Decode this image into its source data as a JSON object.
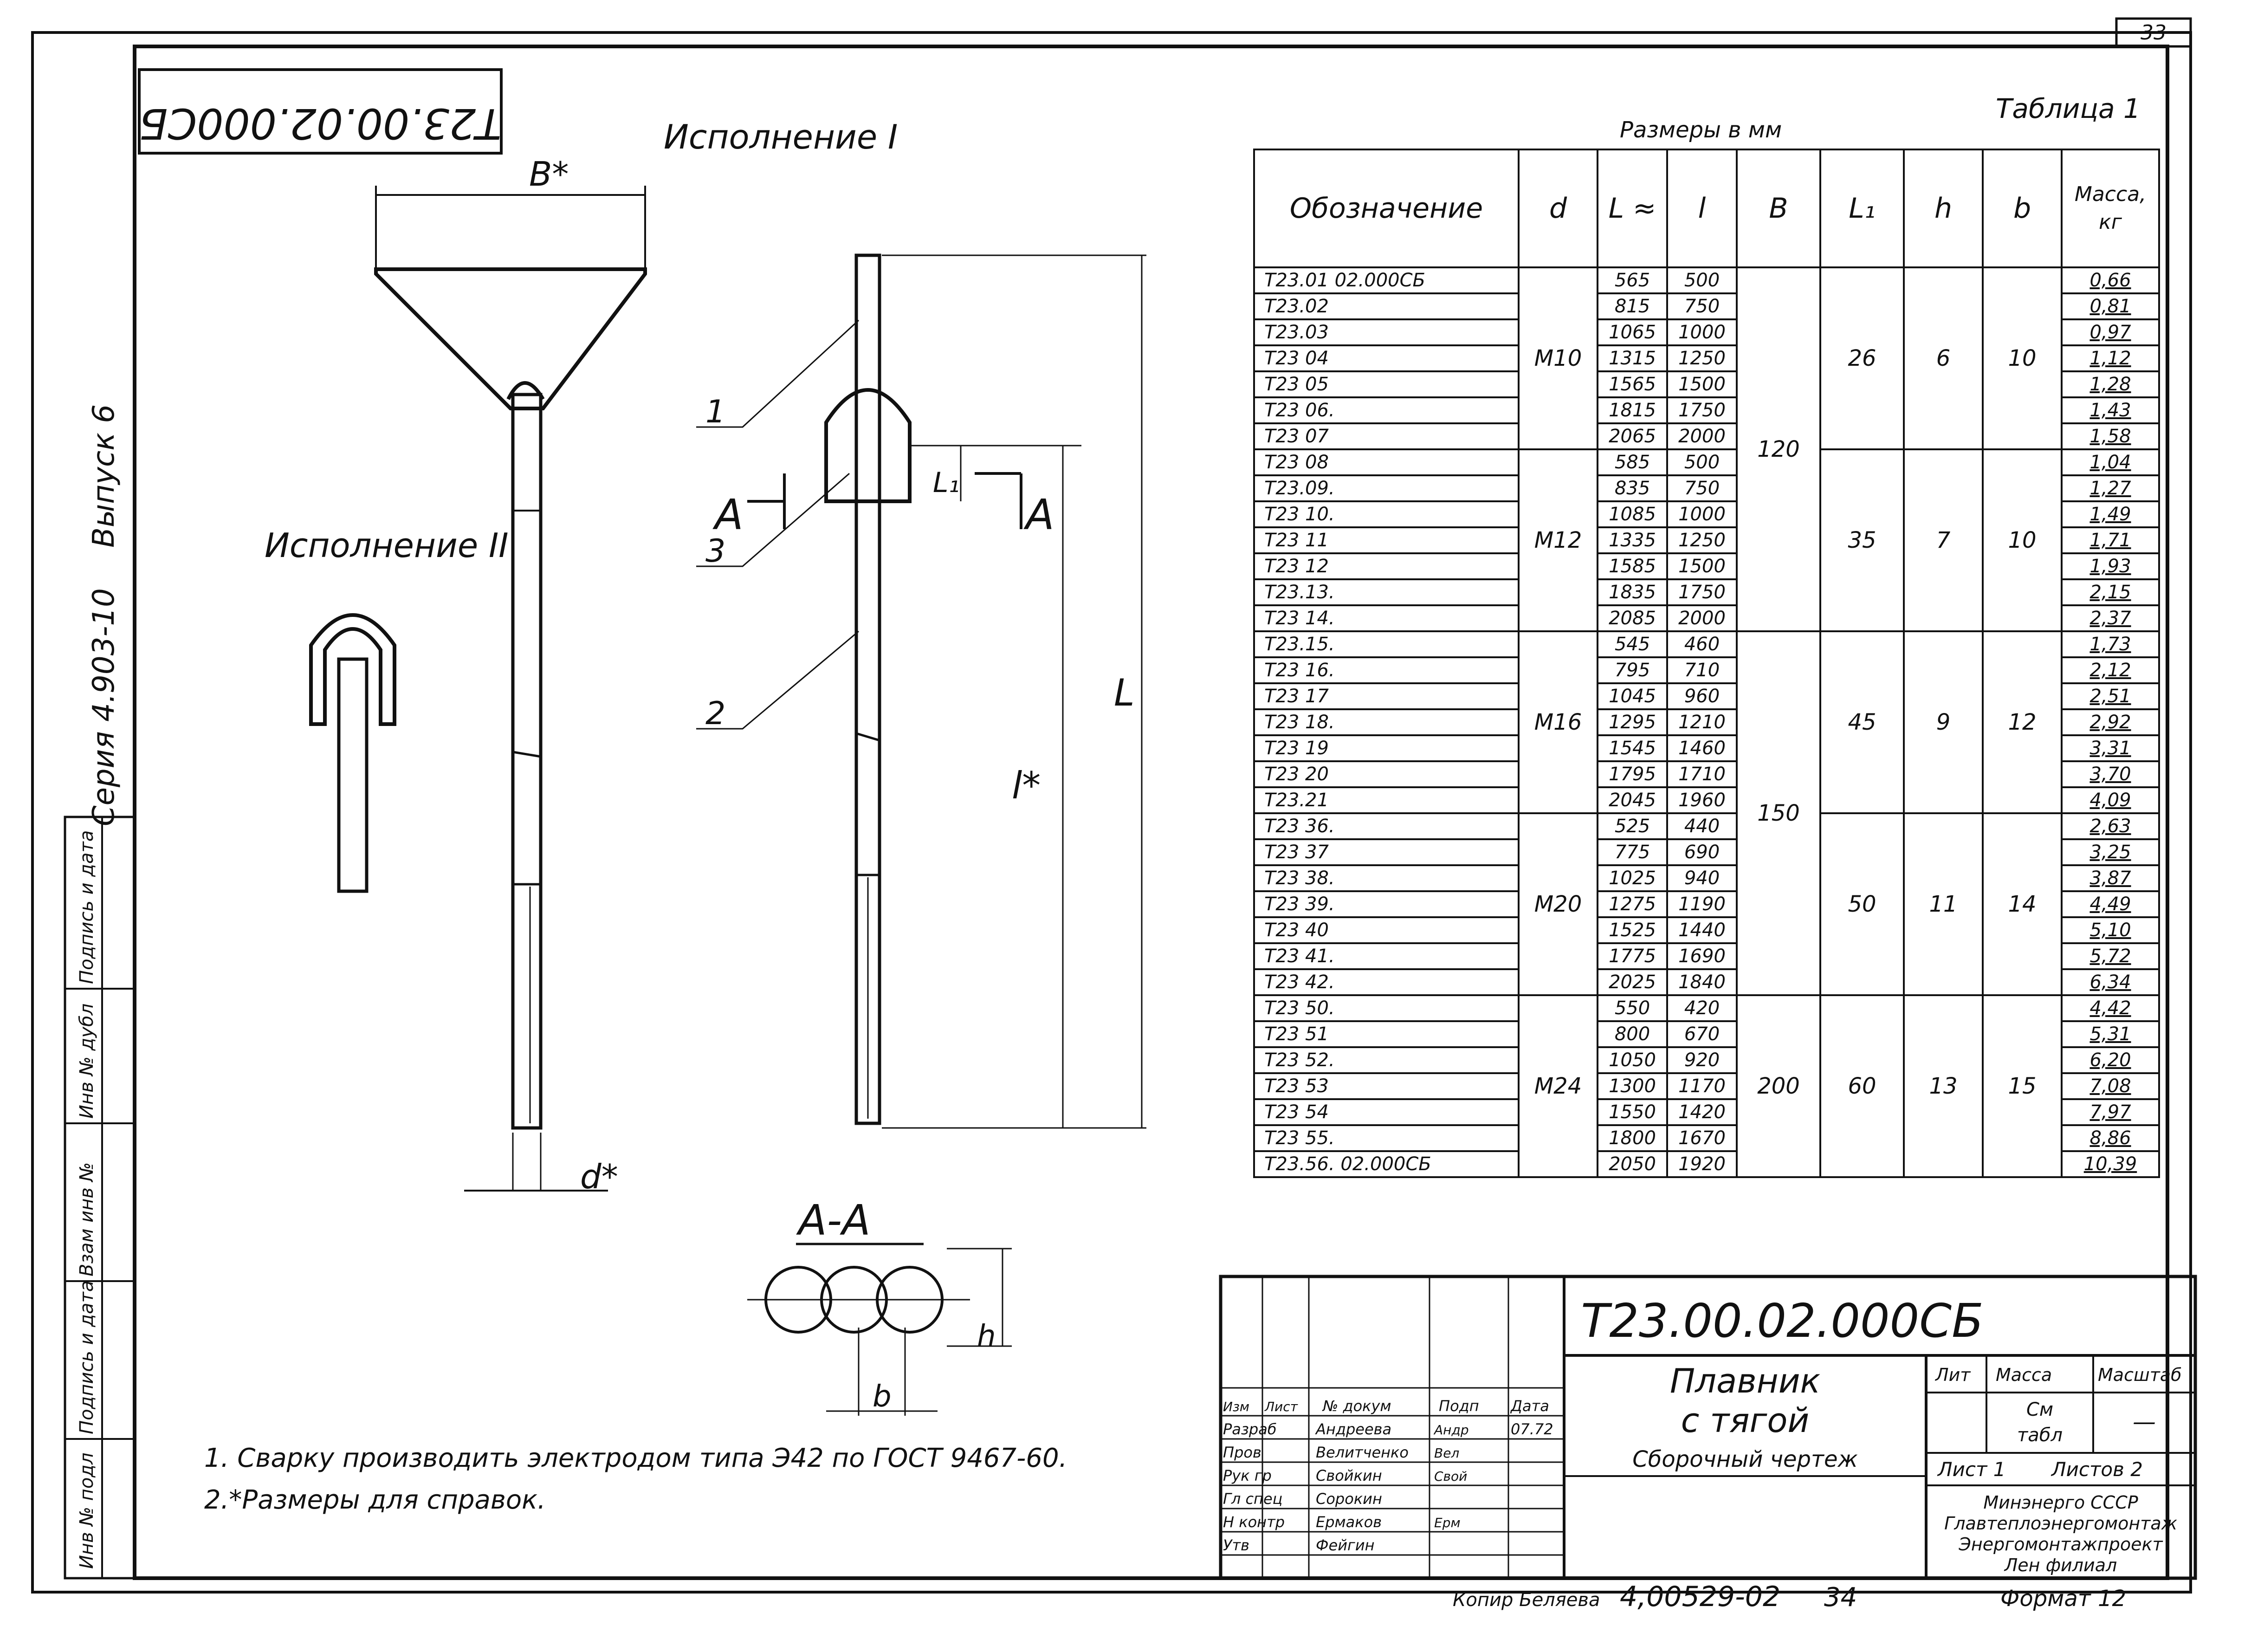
{
  "page_number": "33",
  "drawing_code_rotated": "Т23.00.02.000СБ",
  "series_label": "Серия 4.903-10",
  "issue_label": "Выпуск 6",
  "version1_label": "Исполнение I",
  "version2_label": "Исполнение II",
  "dim_B": "B*",
  "dim_d": "d*",
  "dim_L": "L",
  "dim_l": "l*",
  "dim_L1": "L₁",
  "dim_h": "h",
  "dim_b": "b",
  "part_labels": [
    "1",
    "2",
    "3"
  ],
  "section_mark": "A",
  "section_title": "A-A",
  "table_title": "Таблица 1",
  "table_caption": "Размеры в мм",
  "table_headers": [
    "Обозначение",
    "d",
    "L ≈",
    "l",
    "B",
    "L₁",
    "h",
    "b",
    "Масса, кг"
  ],
  "table_rows": [
    {
      "des": "Т23.01 02.000СБ",
      "L": "565",
      "l": "500",
      "mass": "0,66"
    },
    {
      "des": "Т23.02",
      "L": "815",
      "l": "750",
      "mass": "0,81"
    },
    {
      "des": "Т23.03",
      "L": "1065",
      "l": "1000",
      "mass": "0,97"
    },
    {
      "des": "Т23 04",
      "L": "1315",
      "l": "1250",
      "mass": "1,12"
    },
    {
      "des": "Т23 05",
      "L": "1565",
      "l": "1500",
      "mass": "1,28"
    },
    {
      "des": "Т23 06.",
      "L": "1815",
      "l": "1750",
      "mass": "1,43"
    },
    {
      "des": "Т23 07",
      "L": "2065",
      "l": "2000",
      "mass": "1,58"
    },
    {
      "des": "Т23 08",
      "L": "585",
      "l": "500",
      "mass": "1,04"
    },
    {
      "des": "Т23.09.",
      "L": "835",
      "l": "750",
      "mass": "1,27"
    },
    {
      "des": "Т23 10.",
      "L": "1085",
      "l": "1000",
      "mass": "1,49"
    },
    {
      "des": "Т23 11",
      "L": "1335",
      "l": "1250",
      "mass": "1,71"
    },
    {
      "des": "Т23 12",
      "L": "1585",
      "l": "1500",
      "mass": "1,93"
    },
    {
      "des": "Т23.13.",
      "L": "1835",
      "l": "1750",
      "mass": "2,15"
    },
    {
      "des": "Т23 14.",
      "L": "2085",
      "l": "2000",
      "mass": "2,37"
    },
    {
      "des": "Т23.15.",
      "L": "545",
      "l": "460",
      "mass": "1,73"
    },
    {
      "des": "Т23 16.",
      "L": "795",
      "l": "710",
      "mass": "2,12"
    },
    {
      "des": "Т23 17",
      "L": "1045",
      "l": "960",
      "mass": "2,51"
    },
    {
      "des": "Т23 18.",
      "L": "1295",
      "l": "1210",
      "mass": "2,92"
    },
    {
      "des": "Т23 19",
      "L": "1545",
      "l": "1460",
      "mass": "3,31"
    },
    {
      "des": "Т23 20",
      "L": "1795",
      "l": "1710",
      "mass": "3,70"
    },
    {
      "des": "Т23.21",
      "L": "2045",
      "l": "1960",
      "mass": "4,09"
    },
    {
      "des": "Т23 36.",
      "L": "525",
      "l": "440",
      "mass": "2,63"
    },
    {
      "des": "Т23 37",
      "L": "775",
      "l": "690",
      "mass": "3,25"
    },
    {
      "des": "Т23 38.",
      "L": "1025",
      "l": "940",
      "mass": "3,87"
    },
    {
      "des": "Т23 39.",
      "L": "1275",
      "l": "1190",
      "mass": "4,49"
    },
    {
      "des": "Т23 40",
      "L": "1525",
      "l": "1440",
      "mass": "5,10"
    },
    {
      "des": "Т23 41.",
      "L": "1775",
      "l": "1690",
      "mass": "5,72"
    },
    {
      "des": "Т23 42.",
      "L": "2025",
      "l": "1840",
      "mass": "6,34"
    },
    {
      "des": "Т23 50.",
      "L": "550",
      "l": "420",
      "mass": "4,42"
    },
    {
      "des": "Т23 51",
      "L": "800",
      "l": "670",
      "mass": "5,31"
    },
    {
      "des": "Т23 52.",
      "L": "1050",
      "l": "920",
      "mass": "6,20"
    },
    {
      "des": "Т23 53",
      "L": "1300",
      "l": "1170",
      "mass": "7,08"
    },
    {
      "des": "Т23 54",
      "L": "1550",
      "l": "1420",
      "mass": "7,97"
    },
    {
      "des": "Т23 55.",
      "L": "1800",
      "l": "1670",
      "mass": "8,86"
    },
    {
      "des": "Т23.56. 02.000СБ",
      "L": "2050",
      "l": "1920",
      "mass": "10,39"
    }
  ],
  "groups": [
    {
      "d": "М10",
      "B": "120",
      "L1": "26",
      "h": "6",
      "b": "10"
    },
    {
      "d": "М12",
      "B": "",
      "L1": "35",
      "h": "7",
      "b": "10"
    },
    {
      "d": "М16",
      "B": "150",
      "L1": "45",
      "h": "9",
      "b": "12"
    },
    {
      "d": "М20",
      "B": "",
      "L1": "50",
      "h": "11",
      "b": "14"
    },
    {
      "d": "М24",
      "B": "200",
      "L1": "60",
      "h": "13",
      "b": "15"
    }
  ],
  "notes": [
    "1. Сварку производить электродом типа Э42 по ГОСТ 9467-60.",
    "2.*Размеры для справок."
  ],
  "title_block": {
    "code": "Т23.00.02.000СБ",
    "name_line1": "Плавник",
    "name_line2": "с тягой",
    "doc_type": "Сборочный чертеж",
    "lit_label": "Лит",
    "mass_label": "Масса",
    "scale_label": "Масштаб",
    "mass_value_line1": "См",
    "mass_value_line2": "табл",
    "scale_value": "—",
    "sheet_label": "Лист 1",
    "sheets_label": "Листов 2",
    "org_line1": "Минэнерго СССР",
    "org_line2": "Главтеплоэнергомонтаж",
    "org_line3": "Энергомонтажпроект",
    "org_line4": "Лен филиал",
    "col_headers": [
      "Изм",
      "Лист",
      "№ докум",
      "Подп",
      "Дата"
    ],
    "roles": [
      {
        "role": "Разраб",
        "name": "Андреева",
        "sign": "Андр",
        "date": "07.72"
      },
      {
        "role": "Пров",
        "name": "Велитченко",
        "sign": "Вел",
        "date": ""
      },
      {
        "role": "Рук гр",
        "name": "Свойкин",
        "sign": "Свой",
        "date": ""
      },
      {
        "role": "Гл спец",
        "name": "Сорокин",
        "sign": "",
        "date": ""
      },
      {
        "role": "Н контр",
        "name": "Ермаков",
        "sign": "Ерм",
        "date": ""
      },
      {
        "role": "Утв",
        "name": "Фейгин",
        "sign": "",
        "date": ""
      }
    ]
  },
  "footer": {
    "copied_by": "Копир Беляева",
    "number": "4,00529-02",
    "page": "34",
    "format": "Формат 12"
  },
  "side_stamp": [
    "Инв № подл",
    "Подпись и дата",
    "Взам инв №",
    "Инв № дубл",
    "Подпись и дата"
  ]
}
